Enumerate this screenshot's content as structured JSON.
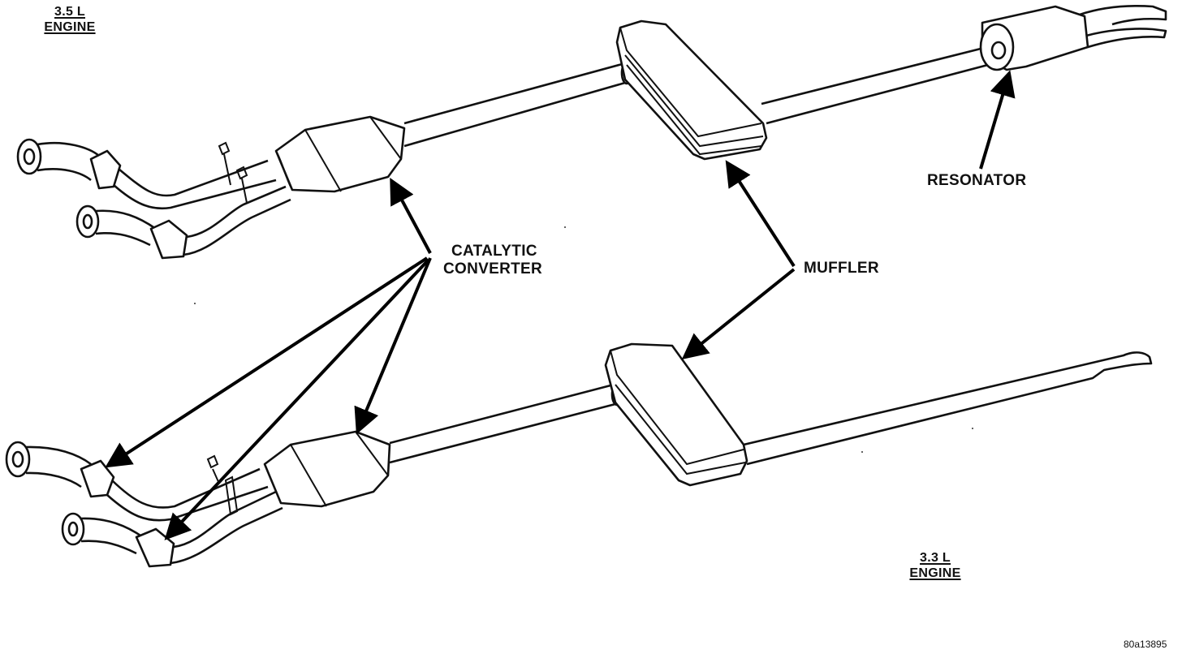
{
  "labels": {
    "engine_top_line1": "3.5 L",
    "engine_top_line2": "ENGINE",
    "catalytic_line1": "CATALYTIC",
    "catalytic_line2": "CONVERTER",
    "muffler": "MUFFLER",
    "resonator": "RESONATOR",
    "engine_bottom_line1": "3.3 L",
    "engine_bottom_line2": "ENGINE"
  },
  "figure_code": "80a13895"
}
